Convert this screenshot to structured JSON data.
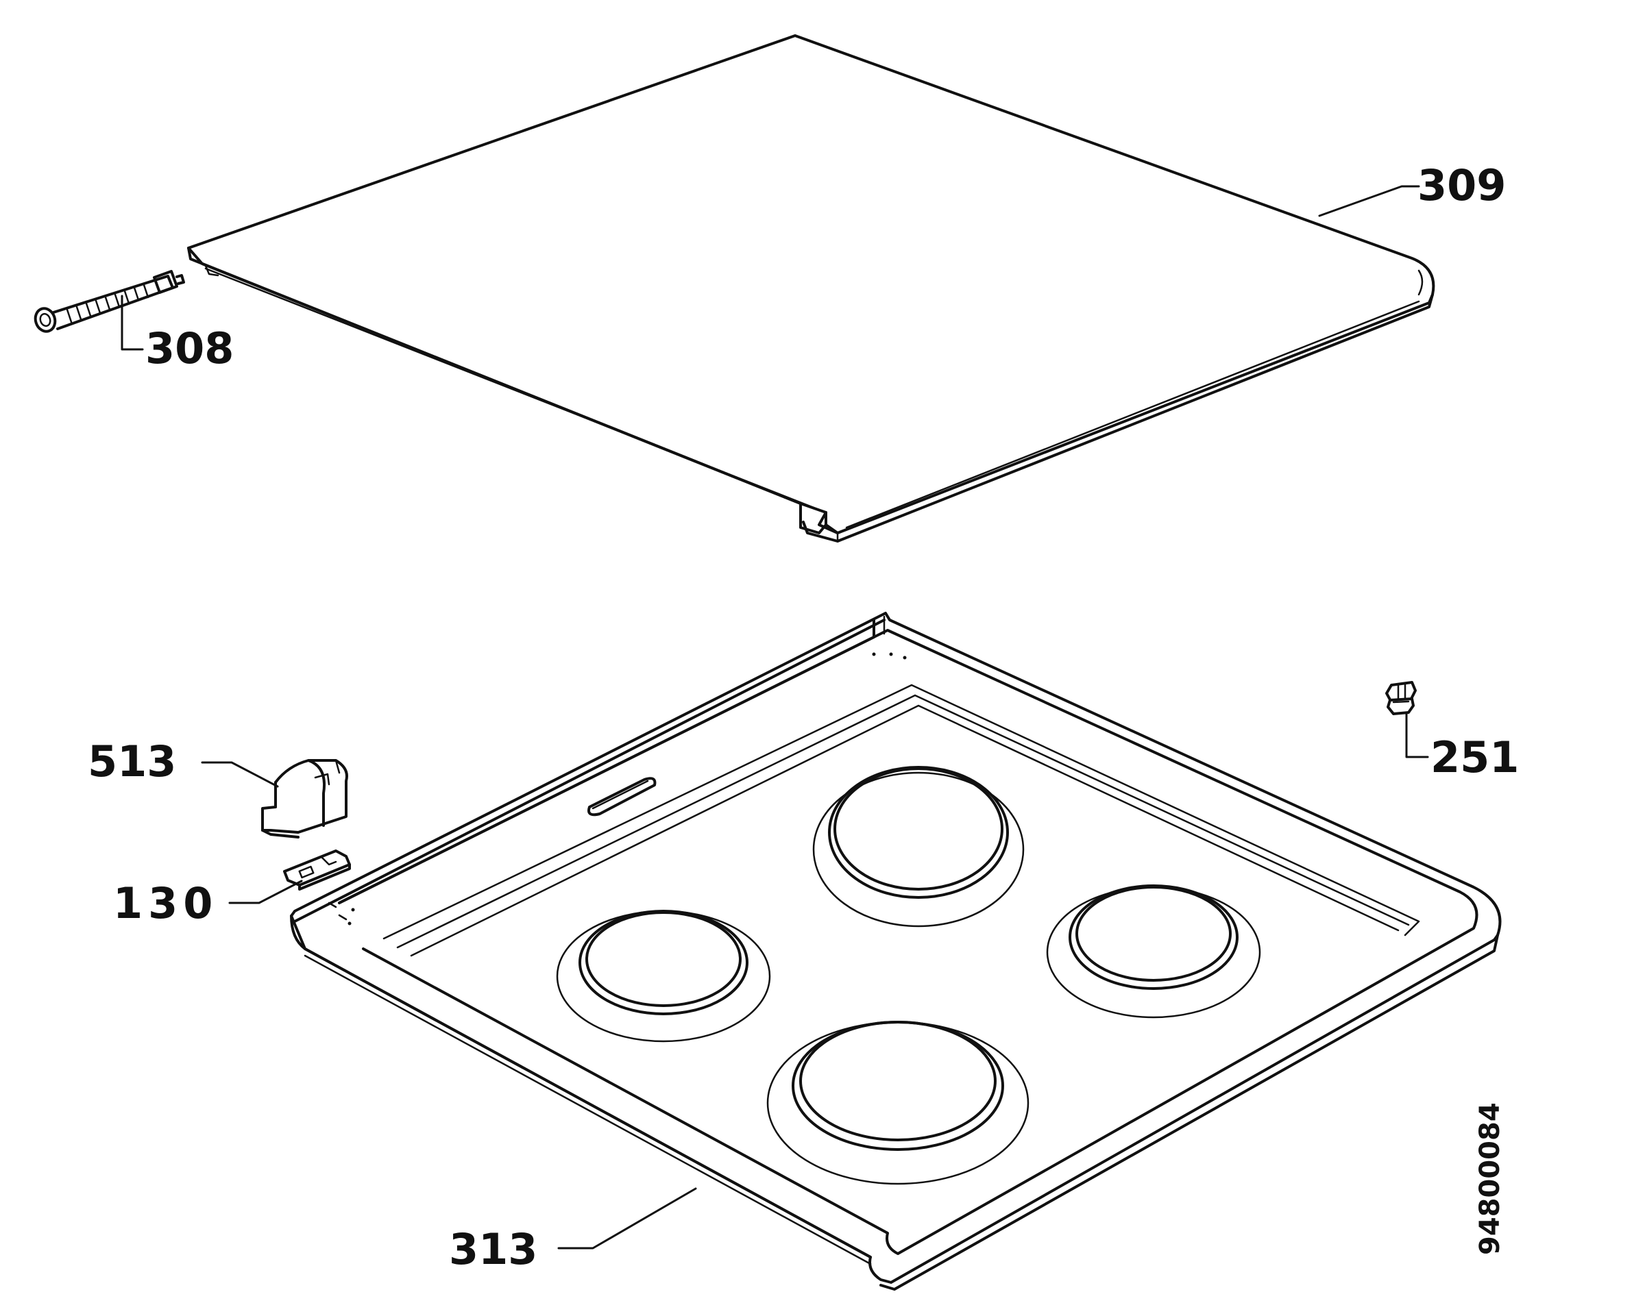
{
  "diagram": {
    "type": "exploded-parts-view",
    "parts": [
      {
        "id": "cover-lid",
        "label": "309"
      },
      {
        "id": "hinge-screw",
        "label": "308"
      },
      {
        "id": "hob-top-panel",
        "label": "313"
      },
      {
        "id": "hinge-bracket",
        "label": "513"
      },
      {
        "id": "hinge-clip",
        "label": "130"
      },
      {
        "id": "fixing-nut",
        "label": "251"
      }
    ],
    "document_number": "94800084",
    "colors": {
      "line": "#111111",
      "background": "#ffffff"
    }
  }
}
